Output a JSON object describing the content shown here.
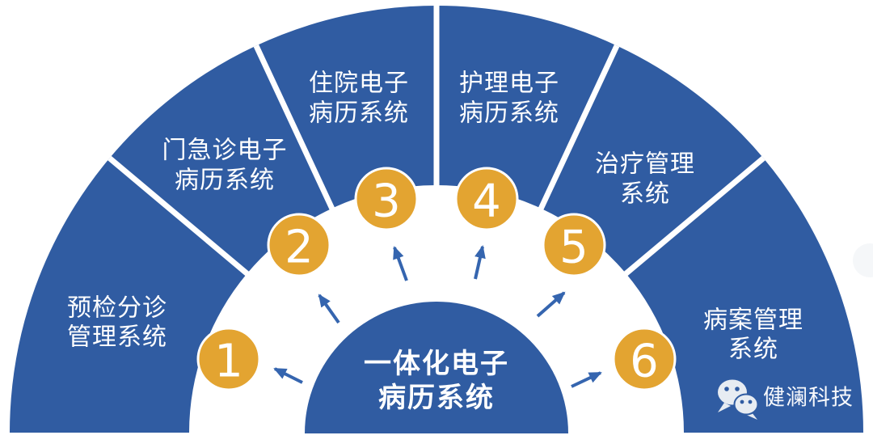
{
  "diagram": {
    "center": {
      "line1": "一体化电子",
      "line2": "病历系统"
    },
    "segments": [
      {
        "number": "1",
        "label_line1": "预检分诊",
        "label_line2": "管理系统"
      },
      {
        "number": "2",
        "label_line1": "门急诊电子",
        "label_line2": "病历系统"
      },
      {
        "number": "3",
        "label_line1": "住院电子",
        "label_line2": "病历系统"
      },
      {
        "number": "4",
        "label_line1": "护理电子",
        "label_line2": "病历系统"
      },
      {
        "number": "5",
        "label_line1": "治疗管理",
        "label_line2": "系统"
      },
      {
        "number": "6",
        "label_line1": "病案管理",
        "label_line2": "系统"
      }
    ],
    "watermark": {
      "brand": "健澜科技"
    },
    "colors": {
      "segment_blue": "#305CA2",
      "badge_orange": "#E3A431",
      "arrow_blue": "#3565AF",
      "text_white": "#FFFFFF",
      "watermark_bubble": "#E7ECF2",
      "faint_gray": "#EDF0F4"
    }
  }
}
